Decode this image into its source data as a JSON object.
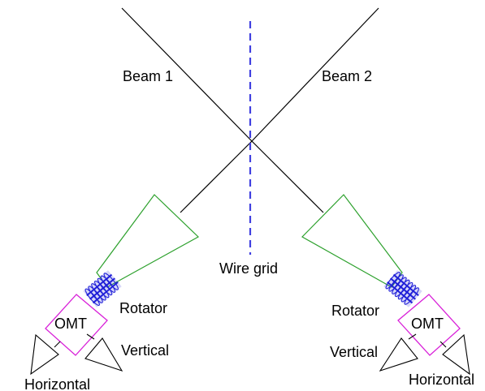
{
  "labels": {
    "beam1": "Beam 1",
    "beam2": "Beam 2",
    "wire_grid": "Wire grid",
    "rotator_left": "Rotator",
    "rotator_right": "Rotator",
    "omt_left": "OMT",
    "omt_right": "OMT",
    "vertical_left": "Vertical",
    "vertical_right": "Vertical",
    "horizontal_left": "Horizontal",
    "horizontal_right": "Horizontal"
  },
  "colors": {
    "beam": "#000000",
    "wire_grid": "#4040e0",
    "feed_horn": "#2ca02c",
    "omt": "#d81fd8",
    "rotator": "#1f1fd8"
  }
}
